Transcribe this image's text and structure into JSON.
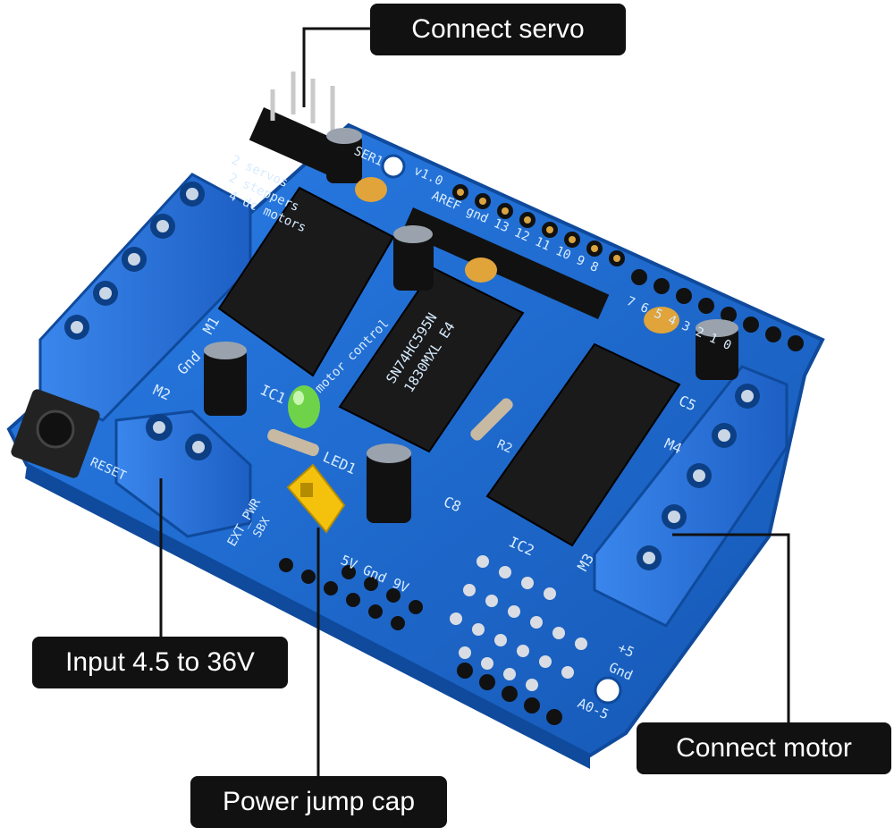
{
  "callouts": {
    "servo": "Connect servo",
    "input": "Input 4.5 to 36V",
    "jumper": "Power jump cap",
    "motor": "Connect motor"
  },
  "board": {
    "servo_pins": "SER1",
    "servo_text": "2 servos",
    "stepper_text": "2 steppers",
    "dc_text": "4 dc motors",
    "version": "v1.0",
    "aref": "AREF gnd 13 12 11 10 9 8",
    "digital_low": "7 6 5 4 3 2 1 0",
    "motor_control": "motor control",
    "chip_mid": "SN74HC595N",
    "chip_code": "1830MXL E4",
    "ic1": "IC1",
    "ic2": "IC2",
    "led": "LED1",
    "c8": "C8",
    "c5": "C5",
    "m1": "M1",
    "m2": "M2",
    "m3": "M3",
    "m4": "M4",
    "gnd": "Gnd",
    "reset": "RESET",
    "ext_pwr": "EXT_PWR",
    "sbx": "SBX",
    "pwr_row": "5V Gnd 9V",
    "plus5": "+5",
    "gnd_r": "Gnd",
    "a05": "A0-5",
    "r2": "R2"
  },
  "colors": {
    "pcb": "#1f6fd6",
    "pcb_dark": "#155bb5",
    "terminal": "#2b78e4",
    "jumper": "#f4c20d"
  }
}
